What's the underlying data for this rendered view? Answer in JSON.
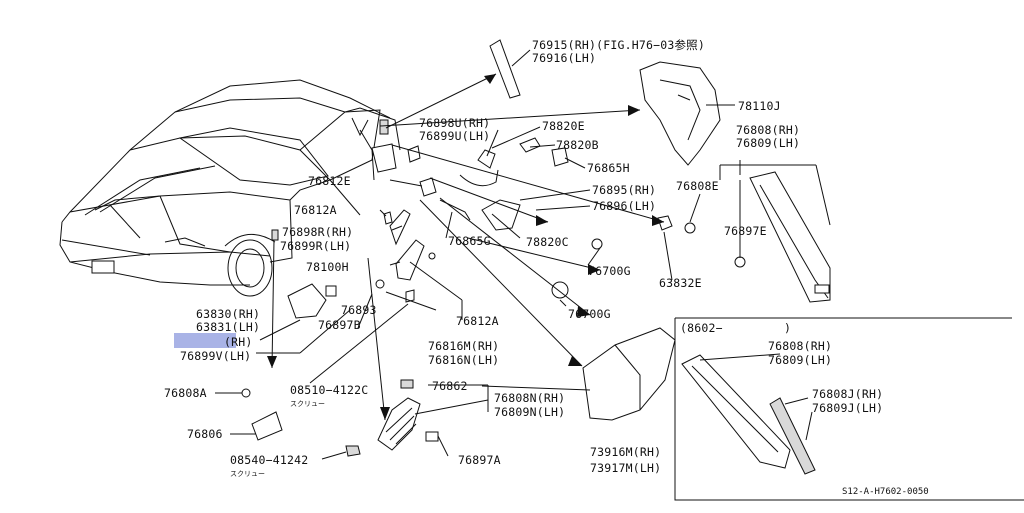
{
  "labels": {
    "l76915": "76915(RH)(FIG.H76−03参照)",
    "l76916": "76916(LH)",
    "l78110j": "78110J",
    "l76808rh": "76808(RH)",
    "l76809lh": "76809(LH)",
    "l76808e": "76808E",
    "l76897e": "76897E",
    "l63832e": "63832E",
    "l76898u": "76898U(RH)",
    "l76899u": "76899U(LH)",
    "l78820e": "78820E",
    "l78820b": "78820B",
    "l76865h": "76865H",
    "l76895": "76895(RH)",
    "l76896": "76896(LH)",
    "l76812e": "76812E",
    "l76812a_top": "76812A",
    "l76898r": "76898R(RH)",
    "l76899r": "76899R(LH)",
    "l78100h": "78100H",
    "l76865g": "76865G",
    "l78820c": "78820C",
    "l76700g_1": "76700G",
    "l76700g_2": "76700G",
    "l63830": "63830(RH)",
    "l63831": "63831(LH)",
    "l76898v": "(RH)",
    "l76899v": "76899V(LH)",
    "l76893": "76893",
    "l76897b": "76897B",
    "l76812a_mid": "76812A",
    "l76816m": "76816M(RH)",
    "l76816n": "76816N(LH)",
    "l08510": "08510−4122C",
    "l_screw1": "スクリュー",
    "l76808a": "76808A",
    "l76806": "76806",
    "l76862": "76862",
    "l76808n": "76808N(RH)",
    "l76809n": "76809N(LH)",
    "l08540": "08540−41242",
    "l_screw2": "スクリュー",
    "l76897a": "76897A",
    "l73916m": "73916M(RH)",
    "l73917m": "73917M(LH)",
    "l8602": "(8602−",
    "l8602_close": ")",
    "l76808rh_b": "76808(RH)",
    "l76809lh_b": "76809(LH)",
    "l76808j": "76808J(RH)",
    "l76809j": "76809J(LH)",
    "footer_code": "S12-A-H7602-0050"
  },
  "colors": {
    "line": "#111111",
    "highlight": "#a9b3e6",
    "shade": "#d9d9d9"
  }
}
